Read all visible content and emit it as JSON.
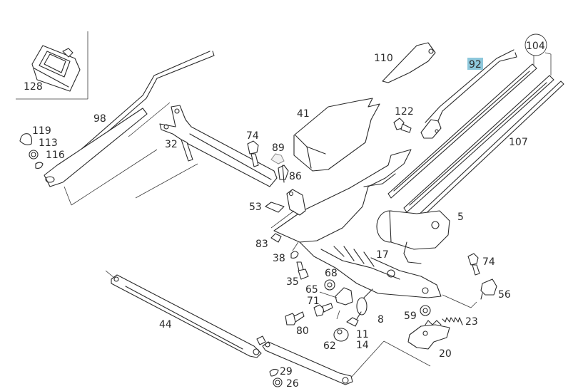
{
  "diagram": {
    "title": "Windshield wiper assembly exploded view",
    "highlight_color": "#8ec8dc",
    "highlighted_part": "92",
    "labels": {
      "p128": "128",
      "p98": "98",
      "p119": "119",
      "p113": "113",
      "p116": "116",
      "p32": "32",
      "p74a": "74",
      "p89": "89",
      "p86": "86",
      "p41": "41",
      "p110": "110",
      "p92": "92",
      "p104": "104",
      "p122": "122",
      "p107": "107",
      "p5": "5",
      "p53": "53",
      "p83": "83",
      "p38": "38",
      "p17": "17",
      "p74b": "74",
      "p35": "35",
      "p68": "68",
      "p65": "65",
      "p71": "71",
      "p56": "56",
      "p8": "8",
      "p59": "59",
      "p23": "23",
      "p44": "44",
      "p80": "80",
      "p11": "11",
      "p14": "14",
      "p62": "62",
      "p20": "20",
      "p29": "29",
      "p26": "26"
    }
  }
}
